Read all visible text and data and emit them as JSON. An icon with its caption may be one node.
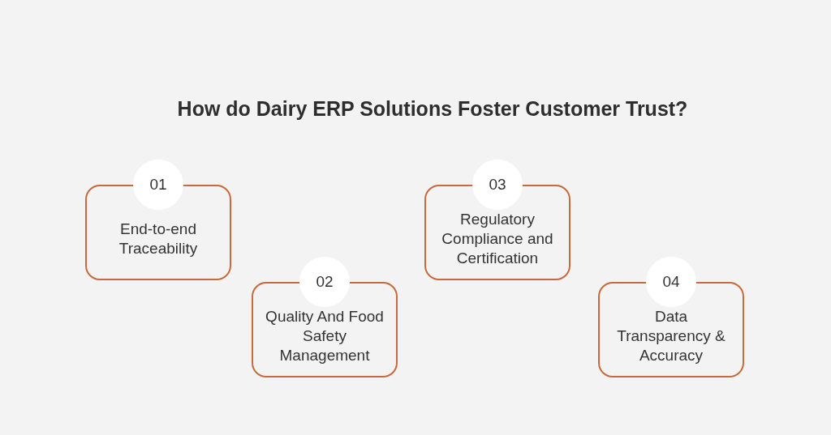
{
  "diagram": {
    "title": "How do Dairy ERP Solutions Foster Customer Trust?",
    "nodes": [
      {
        "text": [
          "01"
        ]
      },
      {
        "text": [
          "End-to-end Traceability"
        ]
      },
      {
        "text": [
          "02"
        ]
      },
      {
        "text": [
          "Quality And Food Safety Management"
        ]
      },
      {
        "text": [
          "03"
        ]
      },
      {
        "text": [
          "Regulatory Compliance and Certification"
        ]
      },
      {
        "text": [
          "04"
        ]
      },
      {
        "text": [
          "Data Transparency & Accuracy"
        ]
      }
    ]
  }
}
